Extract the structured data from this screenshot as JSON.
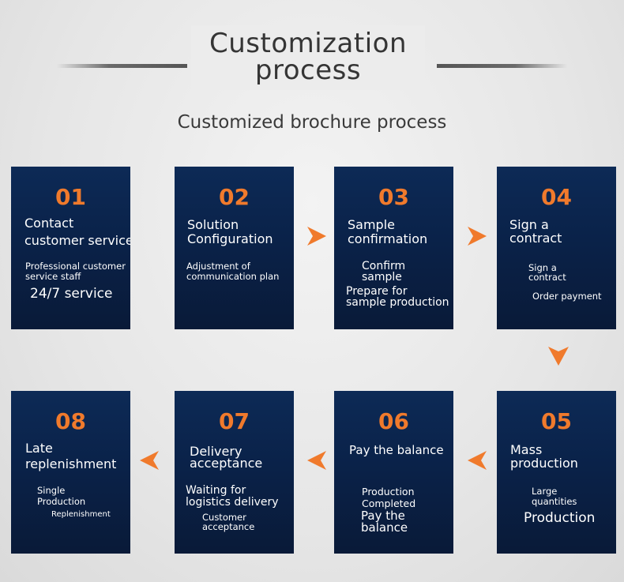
{
  "header": {
    "title_line1": "Customization",
    "title_line2": "process",
    "subtitle": "Customized brochure process"
  },
  "colors": {
    "card_bg": "#0b2450",
    "number": "#f07a2c",
    "arrow": "#f07a2c"
  },
  "steps": [
    {
      "number": "01",
      "title_lines": [
        "Contact",
        "customer service"
      ],
      "details": [
        "Professional customer",
        "service staff",
        "24/7 service"
      ]
    },
    {
      "number": "02",
      "title_lines": [
        "Solution",
        "Configuration"
      ],
      "details": [
        "Adjustment of",
        "communication plan"
      ]
    },
    {
      "number": "03",
      "title_lines": [
        "Sample",
        "confirmation"
      ],
      "details": [
        "Confirm",
        "sample",
        "Prepare for",
        "sample production"
      ]
    },
    {
      "number": "04",
      "title_lines": [
        "Sign a",
        "contract"
      ],
      "details": [
        "Sign a",
        "contract",
        "Order payment"
      ]
    },
    {
      "number": "05",
      "title_lines": [
        "Mass",
        "production"
      ],
      "details": [
        "Large",
        "quantities",
        "Production"
      ]
    },
    {
      "number": "06",
      "title_lines": [
        "Pay the balance"
      ],
      "details": [
        "Production",
        "Completed",
        "Pay the",
        "balance"
      ]
    },
    {
      "number": "07",
      "title_lines": [
        "Delivery",
        "acceptance"
      ],
      "details": [
        "Waiting for",
        "logistics delivery",
        "Customer",
        "acceptance"
      ]
    },
    {
      "number": "08",
      "title_lines": [
        "Late",
        "replenishment"
      ],
      "details": [
        "Single",
        "Production",
        "Replenishment"
      ]
    }
  ]
}
